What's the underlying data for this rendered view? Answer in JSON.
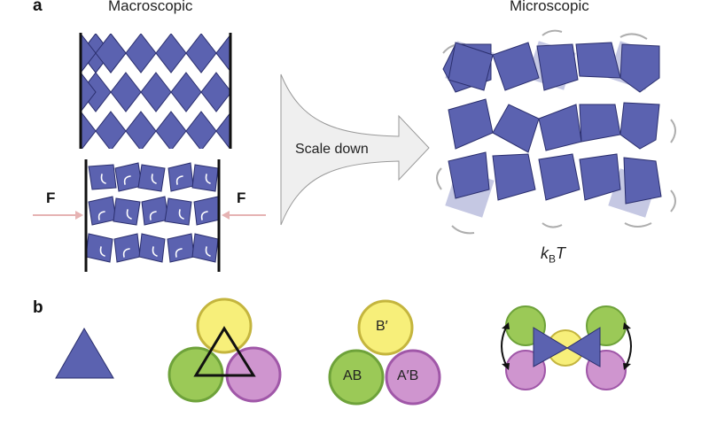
{
  "panel_a": {
    "label": "a",
    "macroscopic_title": "Macroscopic",
    "microscopic_title": "Microscopic",
    "force_left": "F",
    "force_right": "F",
    "arrow_label": "Scale down",
    "thermal_label_k": "k",
    "thermal_label_sub": "B",
    "thermal_label_T": "T"
  },
  "panel_b": {
    "label": "b",
    "circle_labels": {
      "top": "B′",
      "left": "AB",
      "right": "A′B"
    }
  },
  "colors": {
    "tile_fill": "#5b62b0",
    "tile_stroke": "#2b2f6e",
    "yellow_fill": "#f7ef7a",
    "yellow_stroke": "#c4b53e",
    "green_fill": "#9bc957",
    "green_stroke": "#6ea23a",
    "pink_fill": "#cf95cf",
    "pink_stroke": "#a057a8",
    "force_arrow": "#e6b3b3",
    "scale_arrow_fill": "#efefef",
    "scale_arrow_stroke": "#9a9a9a"
  }
}
